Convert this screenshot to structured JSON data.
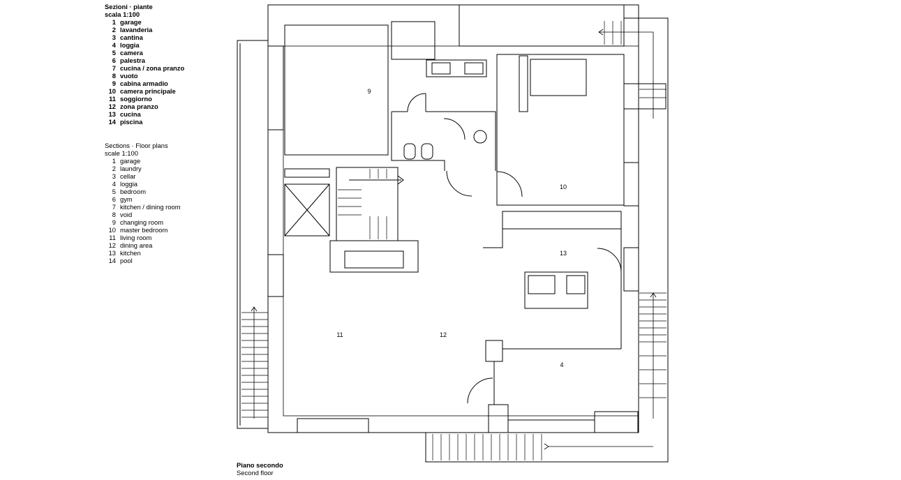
{
  "legend_it": {
    "title": "Sezioni · piante",
    "scale": "scala 1:100",
    "items": [
      {
        "num": "1",
        "label": "garage"
      },
      {
        "num": "2",
        "label": "lavanderia"
      },
      {
        "num": "3",
        "label": "cantina"
      },
      {
        "num": "4",
        "label": "loggia"
      },
      {
        "num": "5",
        "label": "camera"
      },
      {
        "num": "6",
        "label": "palestra"
      },
      {
        "num": "7",
        "label": "cucina / zona pranzo"
      },
      {
        "num": "8",
        "label": "vuoto"
      },
      {
        "num": "9",
        "label": "cabina armadio"
      },
      {
        "num": "10",
        "label": "camera principale"
      },
      {
        "num": "11",
        "label": "soggiorno"
      },
      {
        "num": "12",
        "label": "zona pranzo"
      },
      {
        "num": "13",
        "label": "cucina"
      },
      {
        "num": "14",
        "label": "piscina"
      }
    ]
  },
  "legend_en": {
    "title": "Sections · Floor plans",
    "scale": "scale 1:100",
    "items": [
      {
        "num": "1",
        "label": "garage"
      },
      {
        "num": "2",
        "label": "laundry"
      },
      {
        "num": "3",
        "label": "cellar"
      },
      {
        "num": "4",
        "label": "loggia"
      },
      {
        "num": "5",
        "label": "bedroom"
      },
      {
        "num": "6",
        "label": "gym"
      },
      {
        "num": "7",
        "label": "kitchen / dining room"
      },
      {
        "num": "8",
        "label": "void"
      },
      {
        "num": "9",
        "label": "changing room"
      },
      {
        "num": "10",
        "label": "master bedroom"
      },
      {
        "num": "11",
        "label": "living room"
      },
      {
        "num": "12",
        "label": "dining area"
      },
      {
        "num": "13",
        "label": "kitchen"
      },
      {
        "num": "14",
        "label": "pool"
      }
    ]
  },
  "plan": {
    "room_labels": {
      "r9": "9",
      "r10": "10",
      "r13": "13",
      "r11": "11",
      "r12": "12",
      "r4": "4"
    }
  },
  "caption": {
    "italian": "Piano secondo",
    "english": "Second floor"
  }
}
